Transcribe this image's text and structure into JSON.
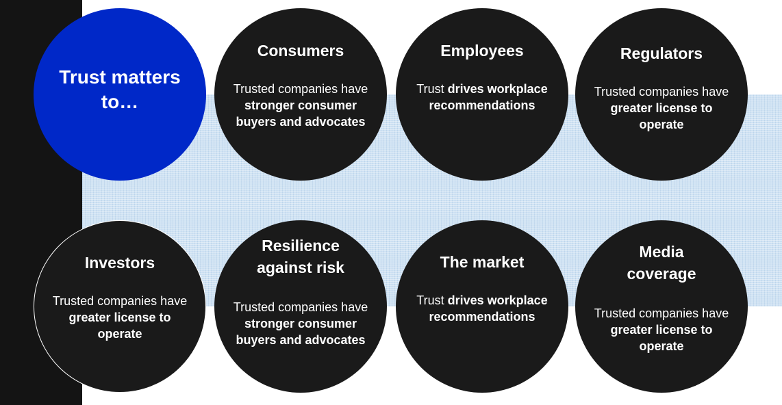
{
  "hero": {
    "title": "Trust matters to…"
  },
  "circles": [
    {
      "title": "Consumers",
      "lead": "Trusted companies have ",
      "emph": "stronger consumer buyers and advocates"
    },
    {
      "title": "Employees",
      "lead": "Trust ",
      "emph": "drives workplace recommendations"
    },
    {
      "title": "Regulators",
      "lead": "Trusted companies have ",
      "emph": "greater license to operate"
    },
    {
      "title": "Investors",
      "lead": "Trusted companies have ",
      "emph": "greater license to operate"
    },
    {
      "title": "Resilience against risk",
      "lead": "Trusted companies have ",
      "emph": "stronger consumer buyers and advocates"
    },
    {
      "title": "The market",
      "lead": "Trust ",
      "emph": "drives workplace recommendations"
    },
    {
      "title": "Media coverage",
      "lead": "Trusted companies have ",
      "emph": "greater license to operate"
    }
  ],
  "colors": {
    "hero": "#0028c8",
    "circle": "#1a1a1a",
    "band": "#cfe2f3",
    "left_bar": "#141414"
  }
}
